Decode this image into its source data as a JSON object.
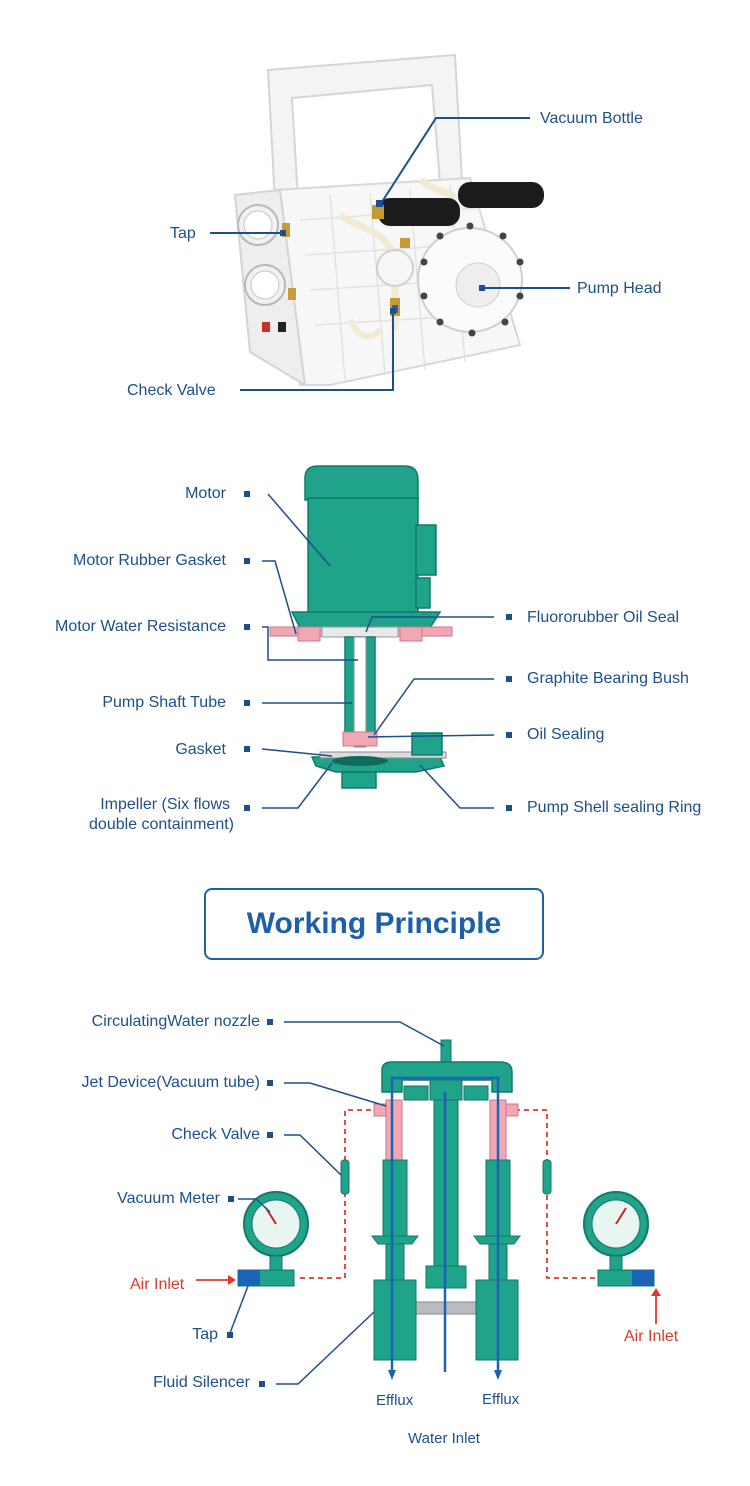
{
  "section1": {
    "labels": {
      "vacuum_bottle": "Vacuum Bottle",
      "tap": "Tap",
      "pump_head": "Pump Head",
      "check_valve": "Check Valve"
    }
  },
  "section2": {
    "labels": {
      "motor": "Motor",
      "motor_rubber_gasket": "Motor Rubber Gasket",
      "motor_water_resistance": "Motor Water Resistance",
      "pump_shaft_tube": "Pump Shaft Tube",
      "gasket": "Gasket",
      "impeller_line1": "Impeller (Six flows",
      "impeller_line2": "double containment)",
      "fluororubber_oil_seal": "Fluororubber Oil Seal",
      "graphite_bearing_bush": "Graphite Bearing Bush",
      "oil_sealing": "Oil Sealing",
      "pump_shell_sealing_ring": "Pump Shell sealing Ring"
    }
  },
  "working_principle": {
    "title": "Working Principle",
    "labels": {
      "circulating_water_nozzle": "CirculatingWater nozzle",
      "jet_device": "Jet Device(Vacuum tube)",
      "check_valve": "Check Valve",
      "vacuum_meter": "Vacuum Meter",
      "air_inlet_left": "Air Inlet",
      "tap": "Tap",
      "fluid_silencer": "Fluid Silencer",
      "efflux_left": "Efflux",
      "efflux_right": "Efflux",
      "water_inlet": "Water Inlet",
      "air_inlet_right": "Air Inlet"
    }
  },
  "colors": {
    "label_blue": "#1d4f8c",
    "title_blue": "#1d5fa8",
    "red": "#e0392b",
    "teal": "#1fa38a",
    "pink": "#f2a7b5"
  }
}
